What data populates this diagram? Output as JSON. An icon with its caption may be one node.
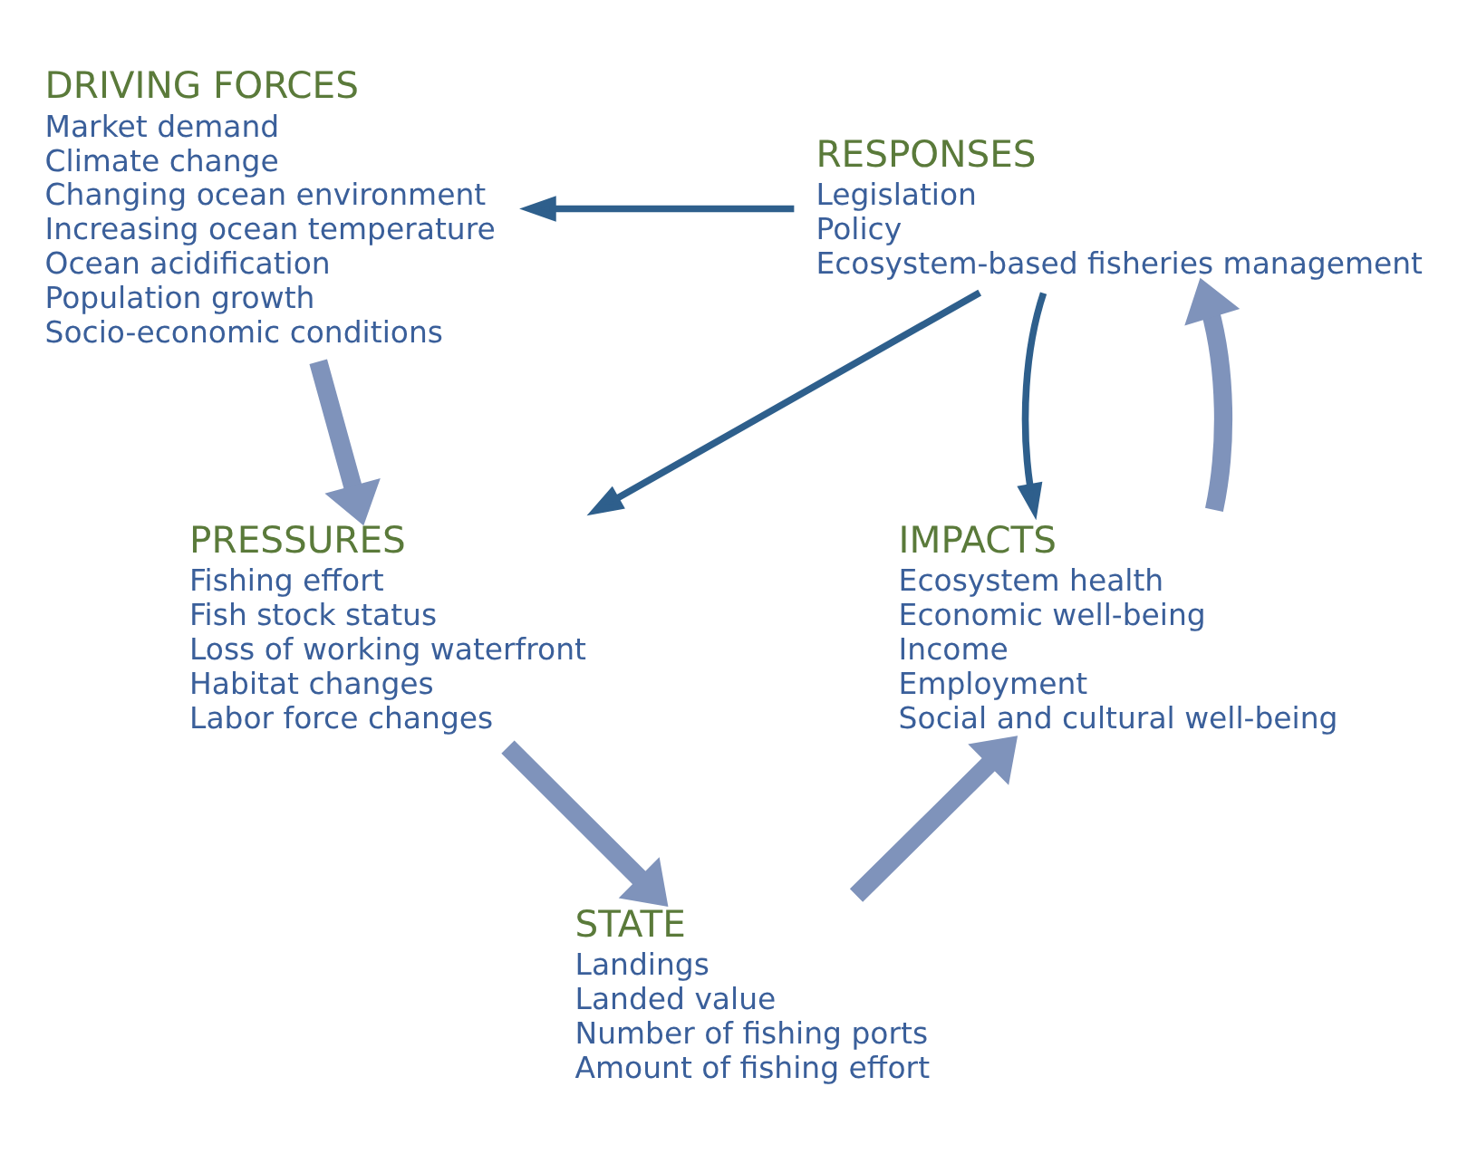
{
  "diagram": {
    "nodes": [
      {
        "text": [
          "DRIVING FORCES",
          "Market demand",
          "Climate change",
          "Changing ocean environment",
          "Increasing ocean temperature",
          "Ocean acidification",
          "Population growth",
          "Socio-economic conditions"
        ]
      },
      {
        "text": [
          "RESPONSES",
          "Legislation",
          "Policy",
          "Ecosystem-based fisheries management"
        ]
      },
      {
        "text": [
          "PRESSURES",
          "Fishing effort",
          "Fish stock status",
          "Loss of working waterfront",
          "Habitat changes",
          "Labor force changes"
        ]
      },
      {
        "text": [
          "IMPACTS",
          "Ecosystem health",
          "Economic well-being",
          "Income",
          "Employment",
          "Social and cultural well-being"
        ]
      },
      {
        "text": [
          "STATE",
          "Landings",
          "Landed value",
          "Number of fishing ports",
          "Amount of fishing effort"
        ]
      }
    ],
    "edges": [
      {
        "from": 0,
        "to": 2,
        "arrow": "to"
      },
      {
        "from": 2,
        "to": 4,
        "arrow": "to"
      },
      {
        "from": 4,
        "to": 3,
        "arrow": "to"
      },
      {
        "from": 3,
        "to": 1,
        "arrow": "to"
      },
      {
        "from": 1,
        "to": 3,
        "arrow": "to",
        "color": "#2e5f8c"
      },
      {
        "from": 1,
        "to": 0,
        "arrow": "to",
        "color": "#2e5f8c"
      },
      {
        "from": 1,
        "to": 2,
        "arrow": "to",
        "color": "#2e5f8c"
      }
    ]
  }
}
